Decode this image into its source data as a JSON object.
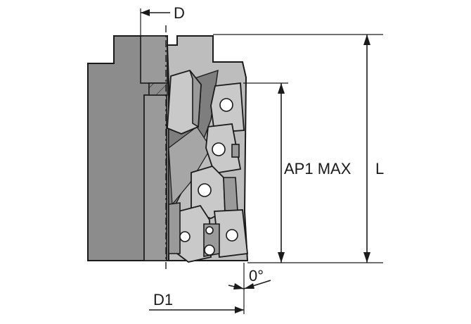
{
  "diagram": {
    "labels": {
      "d": "D",
      "d1": "D1",
      "ap1_max": "AP1 MAX",
      "l": "L",
      "angle": "0°"
    }
  }
}
